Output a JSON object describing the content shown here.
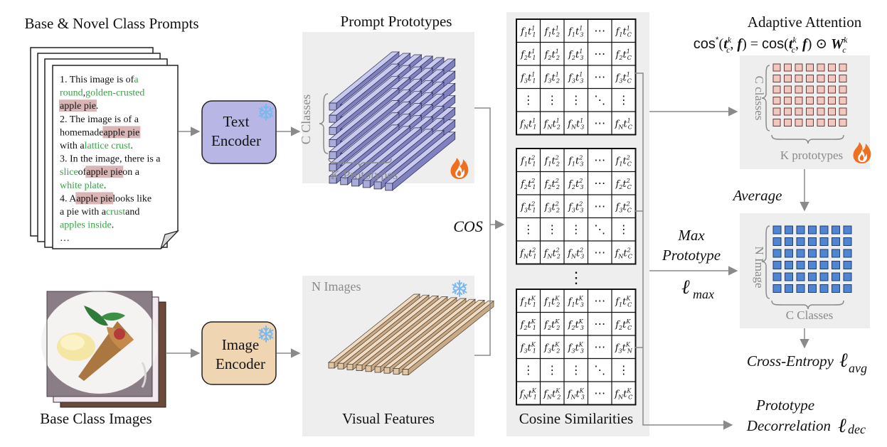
{
  "labels": {
    "prompts_title": "Base & Novel Class Prompts",
    "prototypes_title": "Prompt Prototypes",
    "c_classes": "C Classes",
    "k_prototypes": "K Prototypes",
    "text_encoder_line1": "Text",
    "text_encoder_line2": "Encoder",
    "image_encoder_line1": "Image",
    "image_encoder_line2": "Encoder",
    "n_images": "N Images",
    "visual_features": "Visual Features",
    "base_images": "Base Class Images",
    "cos": "COS",
    "cosine_similarities": "Cosine Similarities",
    "adaptive_attention": "Adaptive Attention",
    "attn_formula": "cos*(tck, f) = cos(tck, f) ⊙ Wck",
    "c_classes_small": "C classes",
    "k_prototypes_small": "K prototypes",
    "average": "Average",
    "n_image": "N Image",
    "c_classes_bottom": "C Classes",
    "max_line1": "Max",
    "max_line2": "Prototype",
    "l_max": "ℓmax",
    "cross_entropy": "Cross-Entropy",
    "l_avg": "ℓavg",
    "prototype_line1": "Prototype",
    "prototype_line2": "Decorrelation",
    "l_dec": "ℓdec",
    "vdots": "⋮"
  },
  "prompt_text": [
    [
      {
        "t": "1. This image is of "
      },
      {
        "t": "a",
        "c": "g"
      }
    ],
    [
      {
        "t": "round",
        "c": "g"
      },
      {
        "t": ", "
      },
      {
        "t": "golden-crusted",
        "c": "g"
      }
    ],
    [
      {
        "t": "apple pie",
        "c": "h"
      },
      {
        "t": "."
      }
    ],
    [
      {
        "t": "2. The image is of a"
      }
    ],
    [
      {
        "t": "homemade "
      },
      {
        "t": "apple pie",
        "c": "h"
      }
    ],
    [
      {
        "t": "with a "
      },
      {
        "t": "lattice crust",
        "c": "g"
      },
      {
        "t": "."
      }
    ],
    [
      {
        "t": "3. In the image, there is a"
      }
    ],
    [
      {
        "t": "slice",
        "c": "g"
      },
      {
        "t": " of "
      },
      {
        "t": "apple pie",
        "c": "h"
      },
      {
        "t": " on a"
      }
    ],
    [
      {
        "t": "white plate",
        "c": "g"
      },
      {
        "t": "."
      }
    ],
    [
      {
        "t": "4. A "
      },
      {
        "t": "apple pie",
        "c": "h"
      },
      {
        "t": " looks like"
      }
    ],
    [
      {
        "t": "a pie with a "
      },
      {
        "t": "crust",
        "c": "g"
      },
      {
        "t": " and"
      }
    ],
    [
      {
        "t": "apples inside",
        "c": "g"
      },
      {
        "t": "."
      }
    ],
    [
      {
        "t": "…"
      }
    ]
  ],
  "matrices": [
    {
      "rows": [
        [
          "f1t11",
          "f1t21",
          "f1t31",
          "⋯",
          "f1tC1"
        ],
        [
          "f2t11",
          "f2t21",
          "f2t31",
          "⋯",
          "f2tC1"
        ],
        [
          "f3t11",
          "f3t21",
          "f3t31",
          "⋯",
          "f3tC1"
        ],
        [
          "⋮",
          "⋮",
          "⋮",
          "⋱",
          "⋮"
        ],
        [
          "fNt11",
          "fNt21",
          "fNt31",
          "⋯",
          "fNtC1"
        ]
      ]
    },
    {
      "rows": [
        [
          "f1t12",
          "f1t22",
          "f1t32",
          "⋯",
          "f1tC2"
        ],
        [
          "f2t12",
          "f2t22",
          "f2t32",
          "⋯",
          "f2tC2"
        ],
        [
          "f3t12",
          "f3t22",
          "f3t32",
          "⋯",
          "f3tC2"
        ],
        [
          "⋮",
          "⋮",
          "⋮",
          "⋱",
          "⋮"
        ],
        [
          "fNt12",
          "fNt22",
          "fNt32",
          "⋯",
          "fNtC2"
        ]
      ]
    },
    {
      "rows": [
        [
          "f1t1K",
          "f1t2K",
          "f1t3K",
          "⋯",
          "f1tCK"
        ],
        [
          "f2t1K",
          "f2t2K",
          "f2t3K",
          "⋯",
          "f2tCK"
        ],
        [
          "f3t1K",
          "f3t2K",
          "f3t3K",
          "⋯",
          "f3tNK"
        ],
        [
          "⋮",
          "⋮",
          "⋮",
          "⋱",
          "⋮"
        ],
        [
          "fNt1K",
          "fNt2K",
          "fNt3K",
          "⋯",
          "fNtCK"
        ]
      ]
    }
  ],
  "colors": {
    "text_encoder": "#b8b6e4",
    "image_encoder": "#f0d5b2",
    "prototype_blocks": "#a9acd9",
    "feature_bars": "#dfc6a5",
    "attention_cells": "#f0c8c0",
    "image_cells": "#4e86d4",
    "snowflake": "#7ab8ee",
    "flame": "#f06f1f"
  }
}
